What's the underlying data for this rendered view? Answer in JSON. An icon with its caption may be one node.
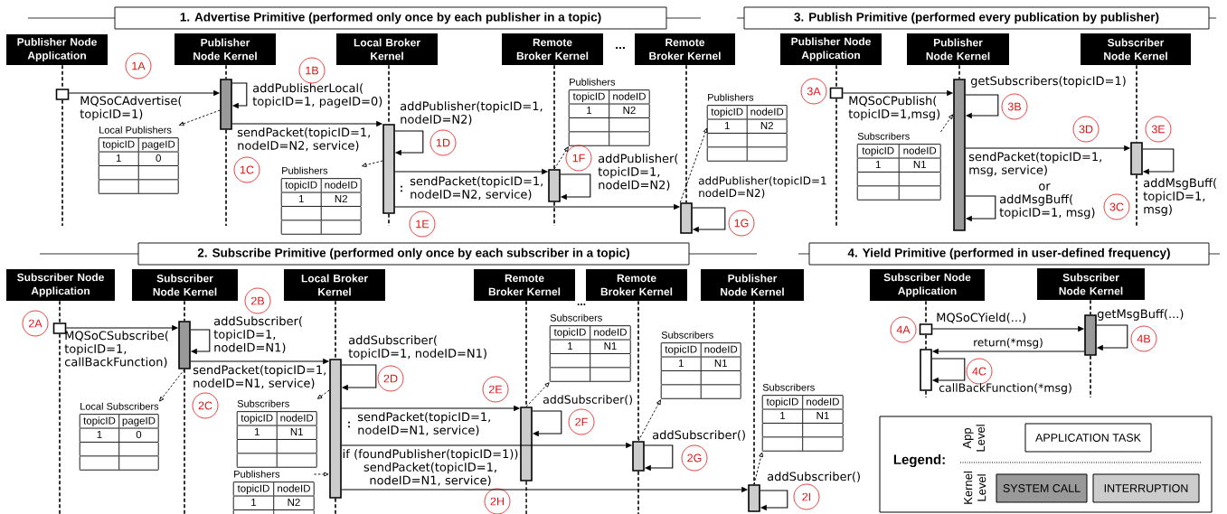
{
  "diagram": {
    "nodes": [
      {
        "text": [
          "1. Advertise Primitive (performed only once by each publisher in a topic)"
        ]
      },
      {
        "text": [
          "Publisher Node Application"
        ]
      },
      {
        "text": [
          "Publisher Node Kernel"
        ]
      },
      {
        "text": [
          "Local Broker Kernel"
        ]
      },
      {
        "text": [
          "Remote Broker Kernel"
        ]
      },
      {
        "text": [
          "Remote Broker Kernel"
        ]
      },
      {
        "text": [],
        "shape": "box"
      },
      {
        "text": [],
        "shape": "bar"
      },
      {
        "text": [],
        "shape": "bar"
      },
      {
        "text": [],
        "shape": "bar"
      },
      {
        "text": [],
        "shape": "bar"
      },
      {
        "text": [
          "Local Publishers",
          "topicID",
          "pageID",
          "1",
          "0"
        ]
      },
      {
        "text": [
          "Publishers",
          "topicID",
          "nodeID",
          "1",
          "N2"
        ]
      },
      {
        "text": [
          "Publishers",
          "topicID",
          "nodeID",
          "1",
          "N2"
        ]
      },
      {
        "text": [
          "Publishers",
          "topicID",
          "nodeID",
          "1",
          "N2"
        ]
      },
      {
        "text": [
          "1A"
        ]
      },
      {
        "text": [
          "1B"
        ]
      },
      {
        "text": [
          "1C"
        ]
      },
      {
        "text": [
          "1D"
        ]
      },
      {
        "text": [
          "1E"
        ]
      },
      {
        "text": [
          "1F"
        ]
      },
      {
        "text": [
          "1G"
        ]
      },
      {
        "text": [
          "3. Publish Primitive (performed every publication by publisher)"
        ]
      },
      {
        "text": [
          "Publisher Node Application"
        ]
      },
      {
        "text": [
          "Publisher Node Kernel"
        ]
      },
      {
        "text": [
          "Subscriber Node Kernel"
        ]
      },
      {
        "text": [],
        "shape": "box"
      },
      {
        "text": [],
        "shape": "bar"
      },
      {
        "text": [],
        "shape": "bar"
      },
      {
        "text": [
          "Subscribers",
          "topicID",
          "nodeID",
          "1",
          "N1"
        ]
      },
      {
        "text": [
          "3A"
        ]
      },
      {
        "text": [
          "3B"
        ]
      },
      {
        "text": [
          "3D"
        ]
      },
      {
        "text": [
          "3E"
        ]
      },
      {
        "text": [
          "3C"
        ]
      },
      {
        "text": [
          "2. Subscribe Primitive (performed only once by each subscriber in a topic)"
        ]
      },
      {
        "text": [
          "Subscriber Node Application"
        ]
      },
      {
        "text": [
          "Subscriber Node Kernel"
        ]
      },
      {
        "text": [
          "Local Broker Kernel"
        ]
      },
      {
        "text": [
          "Remote Broker Kernel"
        ]
      },
      {
        "text": [
          "Remote Broker Kernel"
        ]
      },
      {
        "text": [
          "Publisher Node Kernel"
        ]
      },
      {
        "text": [],
        "shape": "box"
      },
      {
        "text": [],
        "shape": "bar"
      },
      {
        "text": [],
        "shape": "bar"
      },
      {
        "text": [],
        "shape": "bar"
      },
      {
        "text": [],
        "shape": "bar"
      },
      {
        "text": [],
        "shape": "bar"
      },
      {
        "text": [
          "Local Subscribers",
          "topicID",
          "pageID",
          "1",
          "0"
        ]
      },
      {
        "text": [
          "Subscribers",
          "topicID",
          "nodeID",
          "1",
          "N1"
        ]
      },
      {
        "text": [
          "Publishers",
          "topicID",
          "nodeID",
          "1",
          "N2"
        ]
      },
      {
        "text": [
          "Subscribers",
          "topicID",
          "nodeID",
          "1",
          "N1"
        ]
      },
      {
        "text": [
          "Subscribers",
          "topicID",
          "nodeID",
          "1",
          "N1"
        ]
      },
      {
        "text": [
          "Subscribers",
          "topicID",
          "nodeID",
          "1",
          "N1"
        ]
      },
      {
        "text": [
          "2A"
        ]
      },
      {
        "text": [
          "2B"
        ]
      },
      {
        "text": [
          "2C"
        ]
      },
      {
        "text": [
          "2D"
        ]
      },
      {
        "text": [
          "2E"
        ]
      },
      {
        "text": [
          "2F"
        ]
      },
      {
        "text": [
          "2G"
        ]
      },
      {
        "text": [
          "2H"
        ]
      },
      {
        "text": [
          "2I"
        ]
      },
      {
        "text": [
          "4. Yield Primitive (performed in user-defined frequency)"
        ]
      },
      {
        "text": [
          "Subscriber Node Application"
        ]
      },
      {
        "text": [
          "Subscriber Node Kernel"
        ]
      },
      {
        "text": [],
        "shape": "box"
      },
      {
        "text": [],
        "shape": "bar"
      },
      {
        "text": [],
        "shape": "bar"
      },
      {
        "text": [
          "4A"
        ]
      },
      {
        "text": [
          "4B"
        ]
      },
      {
        "text": [
          "4C"
        ]
      }
    ],
    "edges": [
      {
        "from": 6,
        "to": 7,
        "arrow": "to",
        "label": "MQSoCAdvertise( topicID=1)"
      },
      {
        "from": 7,
        "to": 7,
        "arrow": "to",
        "label": "addPublisherLocal( topicID=1, pageID=0)"
      },
      {
        "from": 7,
        "to": 11,
        "arrow": "to",
        "style": "dashed"
      },
      {
        "from": 7,
        "to": 8,
        "arrow": "to",
        "label": "sendPacket(topicID=1, nodeID=N2, service)"
      },
      {
        "from": 8,
        "to": 12,
        "arrow": "to",
        "style": "dashed"
      },
      {
        "from": 8,
        "to": 8,
        "arrow": "to",
        "label": "addPublisher(topicID=1, nodeID=N2)"
      },
      {
        "from": 8,
        "to": 9,
        "arrow": "to",
        "label": "sendPacket(topicID=1, nodeID=N2, service)"
      },
      {
        "from": 8,
        "to": 10,
        "arrow": "to"
      },
      {
        "from": 9,
        "to": 13,
        "arrow": "to",
        "style": "dashed"
      },
      {
        "from": 9,
        "to": 9,
        "arrow": "to",
        "label": "addPublisher( topicID=1, nodeID=N2)"
      },
      {
        "from": 10,
        "to": 14,
        "arrow": "to",
        "style": "dashed"
      },
      {
        "from": 10,
        "to": 10,
        "arrow": "to",
        "label": "addPublisher(topicID=1 nodeID=N2)"
      },
      {
        "from": 26,
        "to": 27,
        "arrow": "to",
        "label": "MQSoCPublish( topicID=1,msg)"
      },
      {
        "from": 29,
        "to": 27,
        "arrow": "to",
        "style": "dashed"
      },
      {
        "from": 27,
        "to": 27,
        "arrow": "to",
        "label": "getSubscribers(topicID=1)"
      },
      {
        "from": 27,
        "to": 28,
        "arrow": "to",
        "label": "sendPacket(topicID=1, msg, service)"
      },
      {
        "from": 27,
        "to": 27,
        "arrow": "to",
        "label": "addMsgBuff( topicID=1, msg)"
      },
      {
        "from": 28,
        "to": 28,
        "arrow": "to",
        "label": "addMsgBuff( topicID=1, msg)"
      },
      {
        "from": 42,
        "to": 43,
        "arrow": "to",
        "label": "MQSoCSubscribe( topicID=1, callBackFunction)"
      },
      {
        "from": 43,
        "to": 48,
        "arrow": "to",
        "style": "dashed"
      },
      {
        "from": 43,
        "to": 43,
        "arrow": "to",
        "label": "addSubscriber( topicID=1, nodeID=N1)"
      },
      {
        "from": 43,
        "to": 44,
        "arrow": "to",
        "label": "sendPacket(topicID=1, nodeID=N1, service)"
      },
      {
        "from": 44,
        "to": 49,
        "arrow": "to",
        "style": "dashed"
      },
      {
        "from": 50,
        "to": 44,
        "arrow": "to",
        "style": "dashed"
      },
      {
        "from": 44,
        "to": 44,
        "arrow": "to",
        "label": "addSubscriber( topicID=1, nodeID=N1)"
      },
      {
        "from": 44,
        "to": 45,
        "arrow": "to",
        "label": "sendPacket(topicID=1, nodeID=N1, service)"
      },
      {
        "from": 44,
        "to": 46,
        "arrow": "to"
      },
      {
        "from": 44,
        "to": 47,
        "arrow": "to",
        "label": "if (foundPublisher(topicID=1)) sendPacket(topicID=1, nodeID=N1, service)"
      },
      {
        "from": 45,
        "to": 51,
        "arrow": "to",
        "style": "dashed"
      },
      {
        "from": 45,
        "to": 45,
        "arrow": "to",
        "label": "addSubscriber()"
      },
      {
        "from": 46,
        "to": 52,
        "arrow": "to",
        "style": "dashed"
      },
      {
        "from": 46,
        "to": 46,
        "arrow": "to",
        "label": "addSubscriber()"
      },
      {
        "from": 47,
        "to": 53,
        "arrow": "to",
        "style": "dashed"
      },
      {
        "from": 47,
        "to": 47,
        "arrow": "to",
        "label": "addSubscriber()"
      },
      {
        "from": 66,
        "to": 68,
        "arrow": "to",
        "label": "MQSoCYield(...)"
      },
      {
        "from": 68,
        "to": 67,
        "arrow": "to",
        "label": "return(*msg)"
      },
      {
        "from": 68,
        "to": 68,
        "arrow": "to",
        "label": "getMsgBuff(...)"
      },
      {
        "from": 67,
        "to": 67,
        "arrow": "to",
        "label": "callBackFunction(*msg)"
      },
      {
        "from": 1,
        "to": 6,
        "arrow": "none",
        "style": "dashed"
      },
      {
        "from": 6,
        "to": null,
        "arrow": "none",
        "style": "dashed"
      },
      {
        "from": 2,
        "to": 7,
        "arrow": "none",
        "style": "dashed"
      },
      {
        "from": 7,
        "to": null,
        "arrow": "none",
        "style": "dashed"
      },
      {
        "from": 3,
        "to": 8,
        "arrow": "none",
        "style": "dashed"
      },
      {
        "from": 8,
        "to": null,
        "arrow": "none",
        "style": "dashed"
      },
      {
        "from": 4,
        "to": 9,
        "arrow": "none",
        "style": "dashed"
      },
      {
        "from": 9,
        "to": null,
        "arrow": "none",
        "style": "dashed"
      },
      {
        "from": 5,
        "to": 10,
        "arrow": "none",
        "style": "dashed"
      },
      {
        "from": 23,
        "to": 26,
        "arrow": "none",
        "style": "dashed"
      },
      {
        "from": 26,
        "to": null,
        "arrow": "none",
        "style": "dashed"
      },
      {
        "from": 24,
        "to": 27,
        "arrow": "none",
        "style": "dashed"
      },
      {
        "from": 25,
        "to": 28,
        "arrow": "none",
        "style": "dashed"
      },
      {
        "from": 28,
        "to": null,
        "arrow": "none",
        "style": "dashed"
      },
      {
        "from": 36,
        "to": 42,
        "arrow": "none",
        "style": "dashed"
      },
      {
        "from": 42,
        "to": null,
        "arrow": "none",
        "style": "dashed"
      },
      {
        "from": 37,
        "to": 43,
        "arrow": "none",
        "style": "dashed"
      },
      {
        "from": 43,
        "to": null,
        "arrow": "none",
        "style": "dashed"
      },
      {
        "from": 38,
        "to": 44,
        "arrow": "none",
        "style": "dashed"
      },
      {
        "from": 44,
        "to": null,
        "arrow": "none",
        "style": "dashed"
      },
      {
        "from": 39,
        "to": 45,
        "arrow": "none",
        "style": "dashed"
      },
      {
        "from": 45,
        "to": null,
        "arrow": "none",
        "style": "dashed"
      },
      {
        "from": 40,
        "to": 46,
        "arrow": "none",
        "style": "dashed"
      },
      {
        "from": 46,
        "to": null,
        "arrow": "none",
        "style": "dashed"
      },
      {
        "from": 41,
        "to": 47,
        "arrow": "none",
        "style": "dashed"
      },
      {
        "from": 64,
        "to": 66,
        "arrow": "none",
        "style": "dashed"
      },
      {
        "from": 66,
        "to": 67,
        "arrow": "none",
        "style": "dashed"
      },
      {
        "from": 67,
        "to": null,
        "arrow": "none",
        "style": "dashed"
      },
      {
        "from": 65,
        "to": 68,
        "arrow": "none",
        "style": "dashed"
      },
      {
        "from": 68,
        "to": null,
        "arrow": "none",
        "style": "dashed"
      }
    ],
    "labels": [
      "...",
      ":",
      "or",
      "...",
      ":",
      "Legend:",
      "App Level",
      "Kernel Level"
    ],
    "legend": [
      {
        "text": "APPLICATION TASK"
      },
      {
        "text": "SYSTEM CALL",
        "color": "#999999"
      },
      {
        "text": "INTERRUPTION",
        "color": "#cccccc"
      }
    ]
  }
}
